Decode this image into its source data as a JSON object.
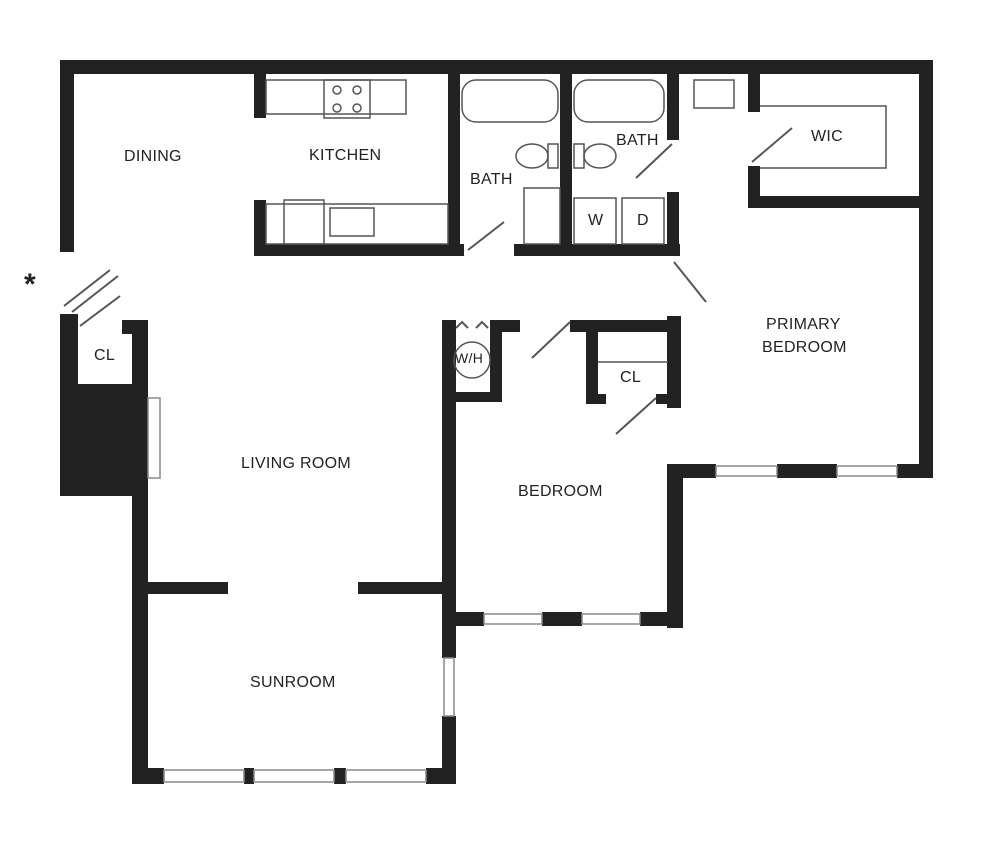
{
  "floorplan": {
    "colors": {
      "wall": "#222222",
      "fixture": "#555555",
      "window": "#888888",
      "background": "#ffffff"
    },
    "entry_marker": "*",
    "rooms": {
      "dining": "DINING",
      "kitchen": "KITCHEN",
      "bath_main": "BATH",
      "bath_primary": "BATH",
      "wic": "WIC",
      "closet_entry": "CL",
      "water_heater": "W/H",
      "closet_bedroom": "CL",
      "primary_bedroom_line1": "PRIMARY",
      "primary_bedroom_line2": "BEDROOM",
      "living_room": "LIVING ROOM",
      "bedroom": "BEDROOM",
      "sunroom": "SUNROOM",
      "washer": "W",
      "dryer": "D"
    }
  }
}
